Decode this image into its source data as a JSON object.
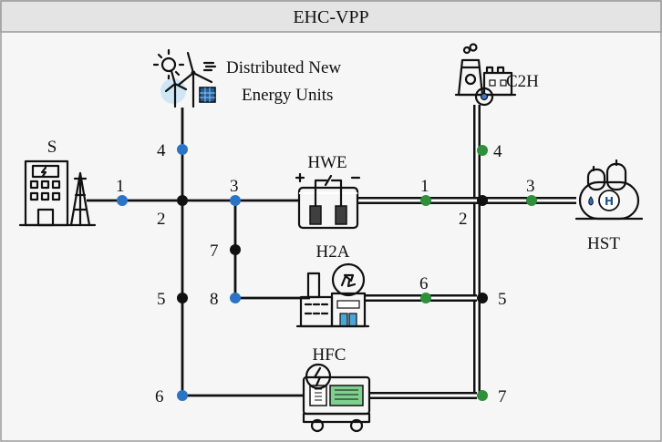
{
  "title": "EHC-VPP",
  "colors": {
    "electric_node": "#2b73c4",
    "hydrogen_node": "#2f8f3a",
    "junction_node": "#111111",
    "electric_line": "#111111",
    "hydrogen_line": "#111111",
    "frame_border": "#9a9a9a",
    "title_bar": "#e4e4e4",
    "panel_bg": "#f6f6f6"
  },
  "units": {
    "source": {
      "label": "S",
      "icon": "power-plant-icon"
    },
    "dneu": {
      "label_line1": "Distributed New",
      "label_line2": "Energy Units",
      "icon": "wind-solar-icon"
    },
    "c2h": {
      "label": "C2H",
      "icon": "chemical-plant-icon"
    },
    "hwe": {
      "label": "HWE",
      "icon": "electrolyzer-icon"
    },
    "h2a": {
      "label": "H2A",
      "icon": "recycling-factory-icon"
    },
    "hst": {
      "label": "HST",
      "icon": "hydrogen-tank-icon"
    },
    "hfc": {
      "label": "HFC",
      "icon": "fuel-cell-vehicle-icon"
    }
  },
  "electric_nodes": [
    "1",
    "2",
    "3",
    "4",
    "5",
    "6",
    "7",
    "8"
  ],
  "hydrogen_nodes": [
    "1",
    "2",
    "3",
    "4",
    "5",
    "6",
    "7"
  ]
}
